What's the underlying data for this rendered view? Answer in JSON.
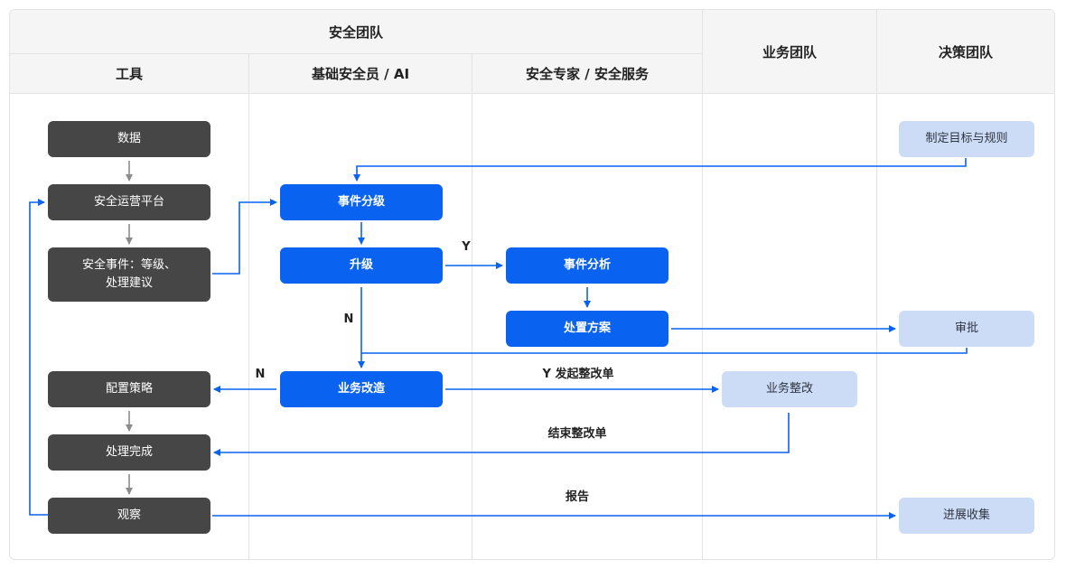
{
  "headers": {
    "security_team": "安全团队",
    "business_team": "业务团队",
    "decision_team": "决策团队",
    "tools": "工具",
    "basic_staff": "基础安全员 / AI",
    "experts": "安全专家 / 安全服务"
  },
  "nodes": {
    "data": "数据",
    "soc_platform": "安全运营平台",
    "security_event": "安全事件：等级、\n处理建议",
    "config_policy": "配置策略",
    "done": "处理完成",
    "observe": "观察",
    "event_grading": "事件分级",
    "escalate": "升级",
    "biz_remediation": "业务改造",
    "event_analysis": "事件分析",
    "plan": "处置方案",
    "biz_rectify": "业务整改",
    "set_goals": "制定目标与规则",
    "approve": "审批",
    "progress_collect": "进展收集"
  },
  "edge_labels": {
    "y_escalate": "Y",
    "n_escalate": "N",
    "n_remediation": "N",
    "y_start_rectify": "Y 发起整改单",
    "end_rectify": "结束整改单",
    "report": "报告"
  },
  "colors": {
    "dark_node": "#464646",
    "blue_node": "#0a62f0",
    "light_node": "#cddcf6",
    "blue_line": "#0a62f0",
    "gray_line": "#8c8c8c"
  }
}
